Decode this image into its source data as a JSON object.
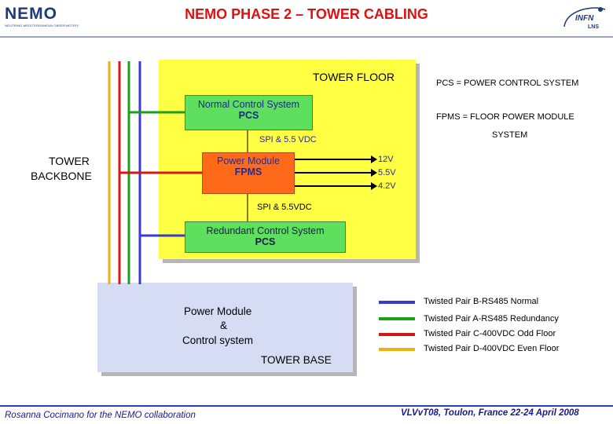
{
  "header": {
    "title": "NEMO PHASE 2 – TOWER CABLING",
    "logo_left": "NEMO",
    "logo_left_sub": "NEUTRINO MEDITERRANEAN OBSERVATORY",
    "logo_right_main": "INFN",
    "logo_right_sub": "LNS"
  },
  "definitions": {
    "pcs": "PCS = POWER CONTROL SYSTEM",
    "fpms_line1": "FPMS = FLOOR POWER MODULE",
    "fpms_line2": "SYSTEM"
  },
  "diagram": {
    "tower_floor": "TOWER FLOOR",
    "tower_backbone_line1": "TOWER",
    "tower_backbone_line2": "BACKBONE",
    "ncs_line1": "Normal Control System",
    "ncs_line2": "PCS",
    "spi_upper": "SPI & 5.5 VDC",
    "fpms_line1": "Power Module",
    "fpms_line2": "FPMS",
    "outputs": [
      "12V",
      "5.5V",
      "4.2V"
    ],
    "spi_lower": "SPI & 5.5VDC",
    "rcs_line1": "Redundant Control System",
    "rcs_line2": "PCS",
    "base_line1": "Power Module",
    "base_line2": "&",
    "base_line3": "Control system",
    "tower_base": "TOWER BASE"
  },
  "legend": [
    {
      "label": "Twisted Pair B-RS485 Normal",
      "color": "#3a3ad0"
    },
    {
      "label": "Twisted Pair A-RS485 Redundancy",
      "color": "#1aa01a"
    },
    {
      "label": "Twisted Pair C-400VDC Odd Floor",
      "color": "#d01a1a"
    },
    {
      "label": "Twisted Pair D-400VDC Even Floor",
      "color": "#f0b010"
    }
  ],
  "footer": {
    "left": "Rosanna Cocimano for the NEMO collaboration",
    "right": "VLVvT08, Toulon, France 22-24 April 2008"
  }
}
